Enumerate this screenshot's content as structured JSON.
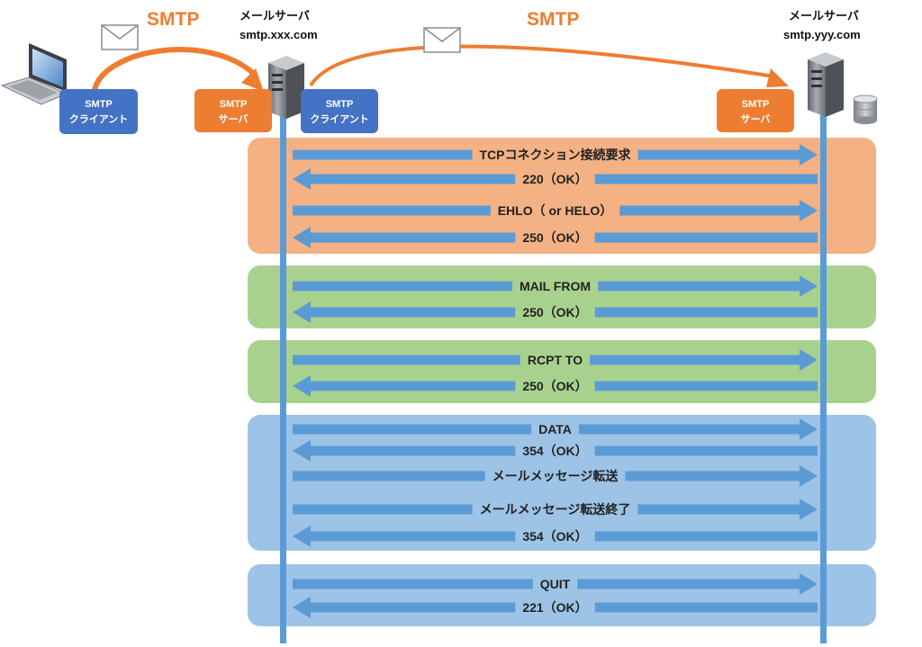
{
  "left_server": {
    "name": "メールサーバ",
    "host": "smtp.xxx.com"
  },
  "right_server": {
    "name": "メールサーバ",
    "host": "smtp.yyy.com"
  },
  "protocol_label_left": "SMTP",
  "protocol_label_right": "SMTP",
  "role_boxes": {
    "pc_client": [
      "SMTP",
      "クライアント"
    ],
    "left_server_role": [
      "SMTP",
      "サーバ"
    ],
    "left_client_role": [
      "SMTP",
      "クライアント"
    ],
    "right_server_role": [
      "SMTP",
      "サーバ"
    ]
  },
  "colors": {
    "orange_band": "#f4b183",
    "green_band": "#a9d18e",
    "blue_band": "#9dc3e6",
    "arrow": "#5b9bd5",
    "lifeline": "#5b9bd5",
    "smtp_label": "#ee7d31",
    "client_box": "#4472c4",
    "server_box": "#ed7d31"
  },
  "icons": [
    "laptop-icon",
    "server-icon",
    "database-icon",
    "envelope-icon"
  ],
  "phases": [
    {
      "color": "orange",
      "messages": [
        {
          "text": "TCPコネクション接続要求",
          "dir": "right"
        },
        {
          "text": "220（OK）",
          "dir": "left"
        },
        {
          "text": "EHLO（ or HELO）",
          "dir": "right"
        },
        {
          "text": "250（OK）",
          "dir": "left"
        }
      ]
    },
    {
      "color": "green",
      "messages": [
        {
          "text": "MAIL FROM",
          "dir": "right"
        },
        {
          "text": "250（OK）",
          "dir": "left"
        }
      ]
    },
    {
      "color": "green",
      "messages": [
        {
          "text": "RCPT TO",
          "dir": "right"
        },
        {
          "text": "250（OK）",
          "dir": "left"
        }
      ]
    },
    {
      "color": "blue",
      "messages": [
        {
          "text": "DATA",
          "dir": "right"
        },
        {
          "text": "354（OK）",
          "dir": "left"
        },
        {
          "text": "メールメッセージ転送",
          "dir": "right"
        },
        {
          "text": "メールメッセージ転送終了",
          "dir": "right"
        },
        {
          "text": "354（OK）",
          "dir": "left"
        }
      ]
    },
    {
      "color": "blue",
      "messages": [
        {
          "text": "QUIT",
          "dir": "right"
        },
        {
          "text": "221（OK）",
          "dir": "left"
        }
      ]
    }
  ]
}
